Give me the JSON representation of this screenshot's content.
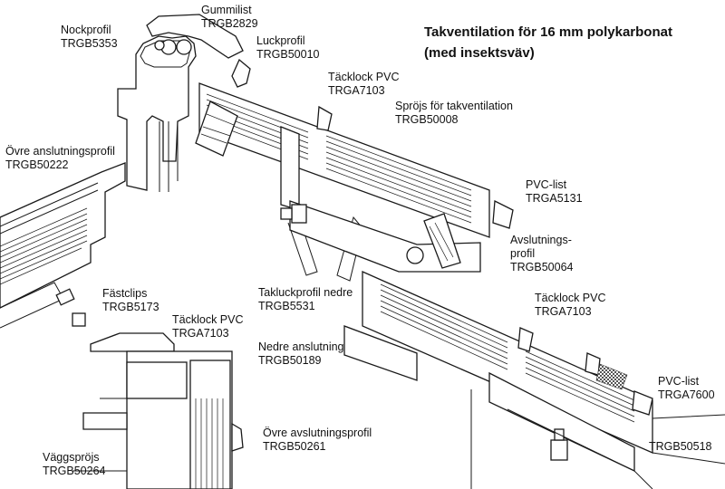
{
  "title": {
    "line1": "Takventilation för 16 mm polykarbonat",
    "line2": "(med insektsväv)"
  },
  "labels": {
    "nockprofil": {
      "name": "Nockprofil",
      "code": "TRGB5353"
    },
    "gummilist": {
      "name": "Gummilist",
      "code": "TRGB2829"
    },
    "luckprofil": {
      "name": "Luckprofil",
      "code": "TRGB50010"
    },
    "tacklock_top": {
      "name": "Täcklock PVC",
      "code": "TRGA7103"
    },
    "sprojs": {
      "name": "Spröjs för takventilation",
      "code": "TRGB50008"
    },
    "ovre_anslutning": {
      "name": "Övre anslutningsprofil",
      "code": "TRGB50222"
    },
    "pvc_list_top": {
      "name": "PVC-list",
      "code": "TRGA5131"
    },
    "avslutningsprofil": {
      "name1": "Avslutnings-",
      "name2": "profil",
      "code": "TRGB50064"
    },
    "fastclips": {
      "name": "Fästclips",
      "code": "TRGB5173"
    },
    "tacklock_left": {
      "name": "Täcklock PVC",
      "code": "TRGA7103"
    },
    "takluck": {
      "name": "Takluckprofil nedre",
      "code": "TRGB5531"
    },
    "tacklock_right": {
      "name": "Täcklock PVC",
      "code": "TRGA7103"
    },
    "nedre_anslutning": {
      "name": "Nedre anslutning",
      "code": "TRGB50189"
    },
    "pvc_list_bottom": {
      "name": "PVC-list",
      "code": "TRGA7600"
    },
    "ovre_avslutning": {
      "name": "Övre avslutningsprofil",
      "code": "TRGB50261"
    },
    "trgb50518": {
      "code": "TRGB50518"
    },
    "vaggsprojs": {
      "name": "Väggspröjs",
      "code": "TRGB50264"
    }
  }
}
